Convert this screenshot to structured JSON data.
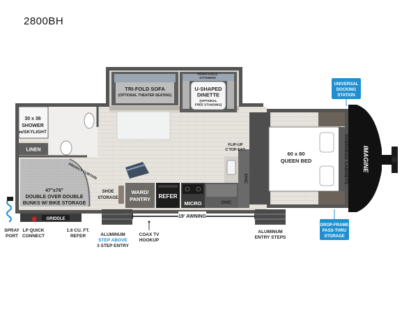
{
  "model": "2800BH",
  "rooms": {
    "sofa": [
      "TRI-FOLD SOFA",
      "(OPTIONAL THEATER SEATING)"
    ],
    "dinette": [
      "REMOVABLE",
      "OTTOMAN",
      "U-SHAPED",
      "DINETTE",
      "(OPTIONAL",
      "FREE STANDING)"
    ],
    "shower": [
      "30 x 36",
      "SHOWER",
      "w/SKYLIGHT"
    ],
    "linen": "LINEN",
    "curtain": "PRIVACY CURTAIN",
    "bunks": [
      "47\"x76\"",
      "DOUBLE OVER DOUBLE",
      "BUNKS W/ BIKE STORAGE"
    ],
    "shoe": [
      "SHOE",
      "STORAGE"
    ],
    "wardrobe": [
      "WARD/",
      "PANTRY"
    ],
    "refer": "REFER",
    "micro": "MICRO",
    "flipup": [
      "FLIP-UP",
      "C'TOP EXT."
    ],
    "ohc_vertical": "OHC",
    "ohc": "OHC",
    "bed": [
      "60 x 80",
      "QUEEN BED"
    ],
    "overhead": "OVERHEAD CABINETS",
    "brand": "IMAGINE",
    "awning": "19' AWNING",
    "griddle": "GRIDDLE"
  },
  "callouts": {
    "spray": [
      "SPRAY",
      "PORT"
    ],
    "lp": [
      "LP QUICK",
      "CONNECT"
    ],
    "refer_ext": [
      "1.6 CU. FT.",
      "REFER"
    ],
    "steps_left": [
      "ALUMINUM",
      "STEP ABOVE",
      "3 STEP ENTRY"
    ],
    "coax": [
      "COAX TV",
      "HOOKUP"
    ],
    "steps_right": [
      "ALUMINUM",
      "ENTRY STEPS"
    ]
  },
  "badges": {
    "docking": [
      "UNIVERSAL",
      "DOCKING",
      "STATION"
    ],
    "storage": [
      "DROP-FRAME",
      "PASS-THRU",
      "STORAGE"
    ]
  },
  "colors": {
    "accent": "#1f8fd0",
    "wall": "#545454",
    "floor": "#e8e5e0",
    "cabinet": "#6e6a66"
  }
}
